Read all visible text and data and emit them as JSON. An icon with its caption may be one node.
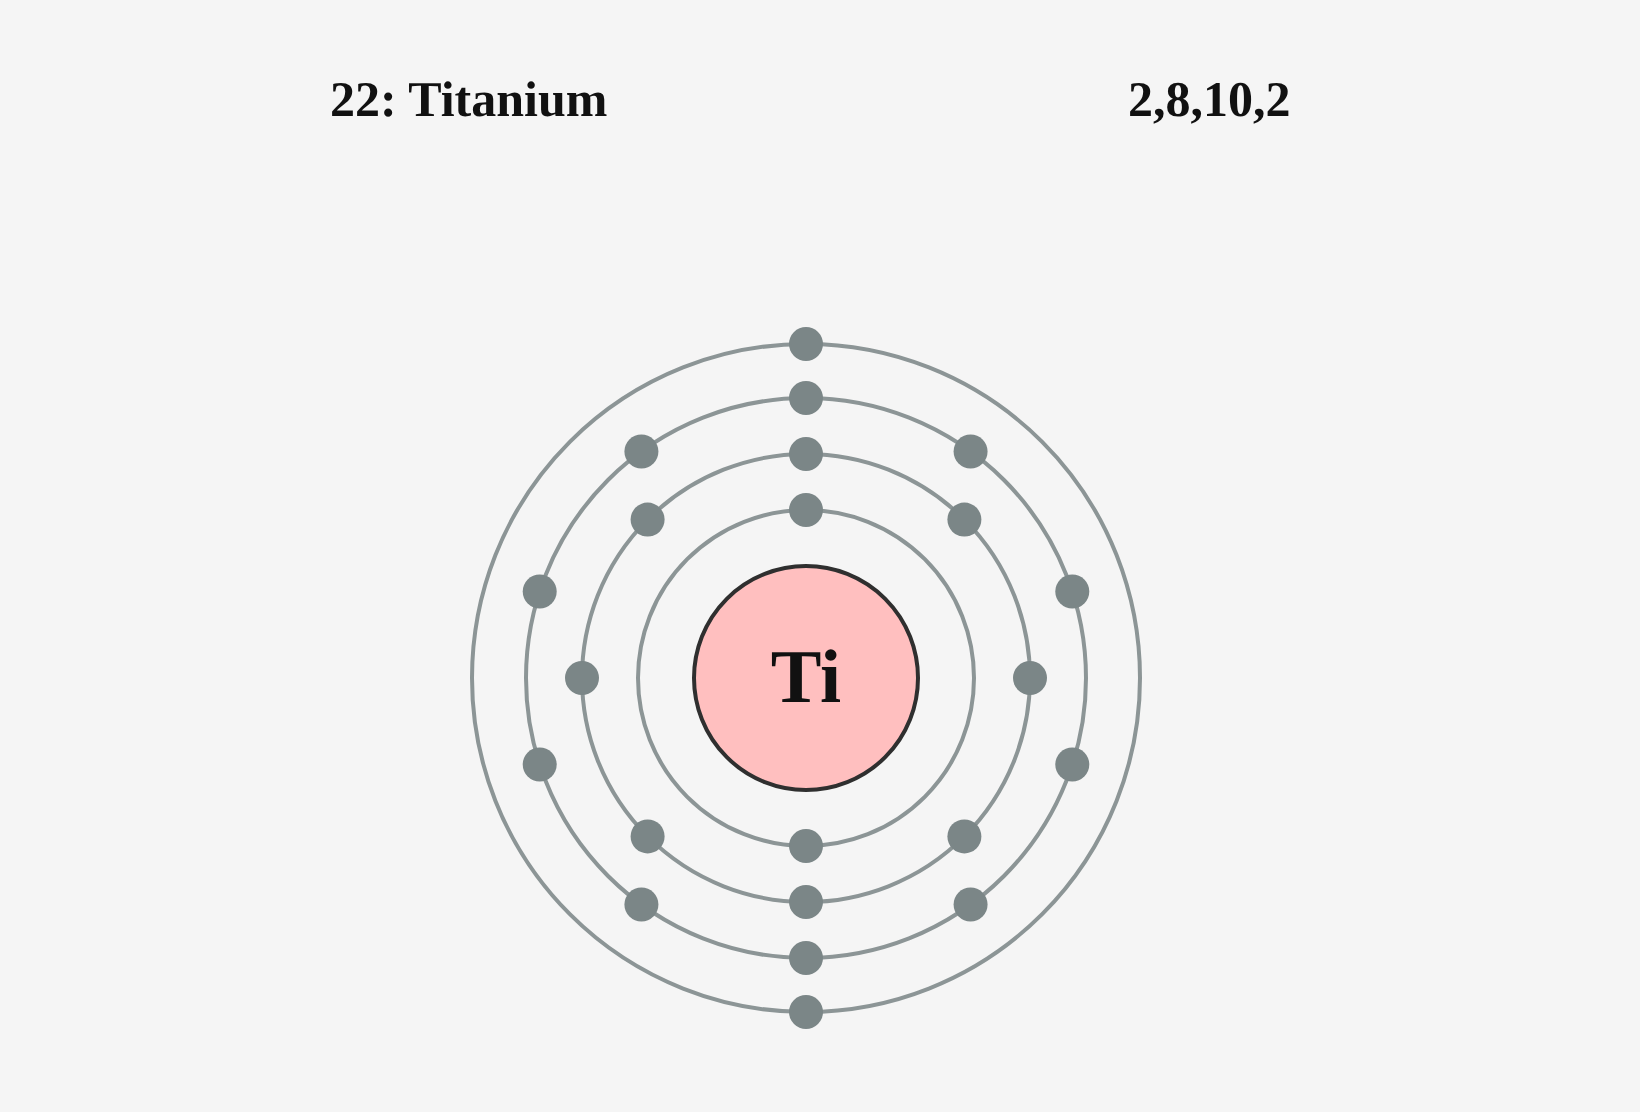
{
  "diagram": {
    "nodes": [
      {
        "text": [
          "Ti"
        ]
      }
    ],
    "edges": [],
    "labels": [
      "22: Titanium",
      "2,8,10,2"
    ]
  }
}
